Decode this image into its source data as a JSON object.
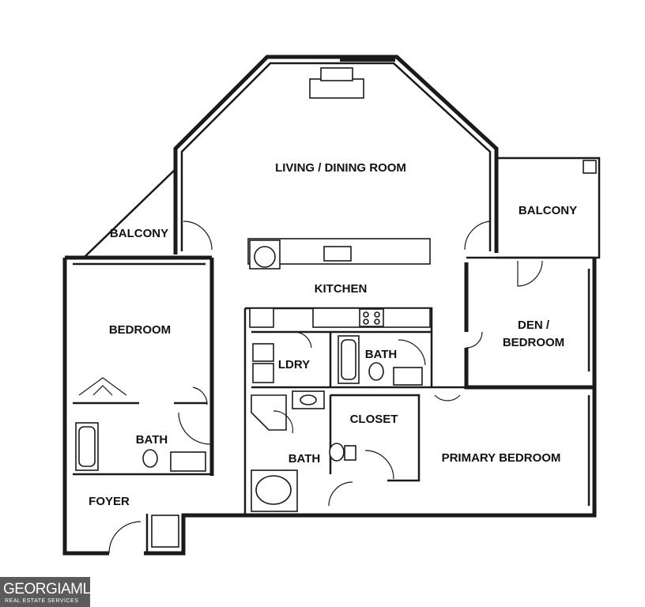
{
  "plan": {
    "rooms": {
      "living_dining": "LIVING / DINING ROOM",
      "balcony_left": "BALCONY",
      "balcony_right": "BALCONY",
      "kitchen": "KITCHEN",
      "bedroom": "BEDROOM",
      "den_line1": "DEN /",
      "den_line2": "BEDROOM",
      "laundry": "LDRY",
      "bath_upper": "BATH",
      "closet": "CLOSET",
      "bath_left": "BATH",
      "bath_primary": "BATH",
      "primary_bedroom": "PRIMARY BEDROOM",
      "foyer": "FOYER"
    }
  },
  "watermark": {
    "brand": "GEORGIAMLS",
    "tagline": "REAL ESTATE SERVICES"
  },
  "colors": {
    "walls": "#1a1a1a",
    "background": "#ffffff",
    "watermark_bg": "#5b5b5b"
  }
}
